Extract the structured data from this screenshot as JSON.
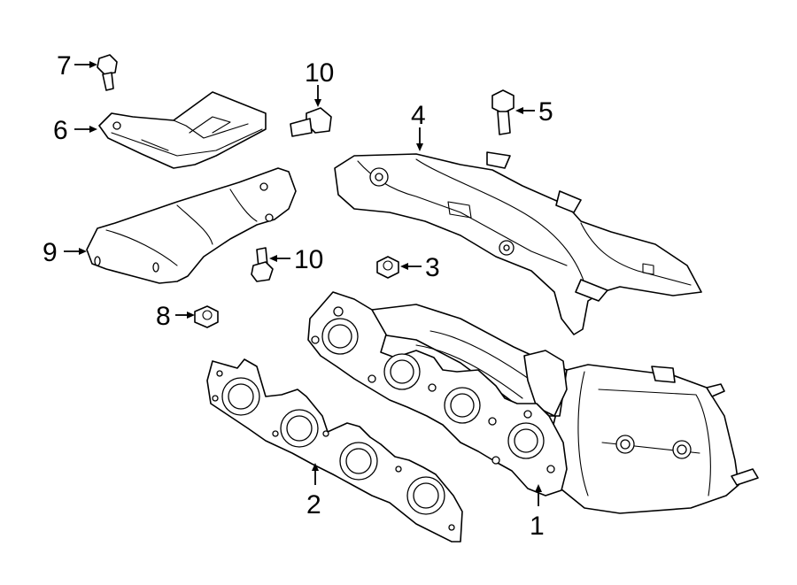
{
  "callouts": {
    "c1": "1",
    "c2": "2",
    "c3": "3",
    "c4": "4",
    "c5": "5",
    "c6": "6",
    "c7": "7",
    "c8": "8",
    "c9": "9",
    "c10a": "10",
    "c10b": "10"
  },
  "colors": {
    "line": "#000000",
    "fill": "#ffffff"
  }
}
